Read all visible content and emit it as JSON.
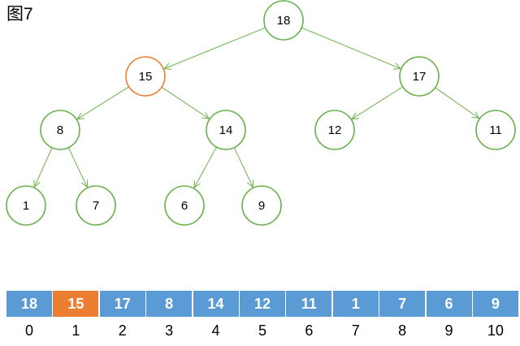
{
  "figure_label": "图7",
  "colors": {
    "node_stroke": "#6ab04c",
    "highlight_stroke": "#ed7d31",
    "edge": "#6ab04c",
    "cell_fill": "#5b9bd5",
    "highlight_fill": "#ed7d31",
    "cell_text": "#ffffff"
  },
  "highlight_index": 1,
  "tree": {
    "nodes": [
      {
        "index": 0,
        "value": "18"
      },
      {
        "index": 1,
        "value": "15"
      },
      {
        "index": 2,
        "value": "17"
      },
      {
        "index": 3,
        "value": "8"
      },
      {
        "index": 4,
        "value": "14"
      },
      {
        "index": 5,
        "value": "12"
      },
      {
        "index": 6,
        "value": "11"
      },
      {
        "index": 7,
        "value": "1"
      },
      {
        "index": 8,
        "value": "7"
      },
      {
        "index": 9,
        "value": "6"
      },
      {
        "index": 10,
        "value": "9"
      }
    ]
  },
  "array": {
    "values": [
      "18",
      "15",
      "17",
      "8",
      "14",
      "12",
      "11",
      "1",
      "7",
      "6",
      "9"
    ],
    "indices": [
      "0",
      "1",
      "2",
      "3",
      "4",
      "5",
      "6",
      "7",
      "8",
      "9",
      "10"
    ]
  }
}
